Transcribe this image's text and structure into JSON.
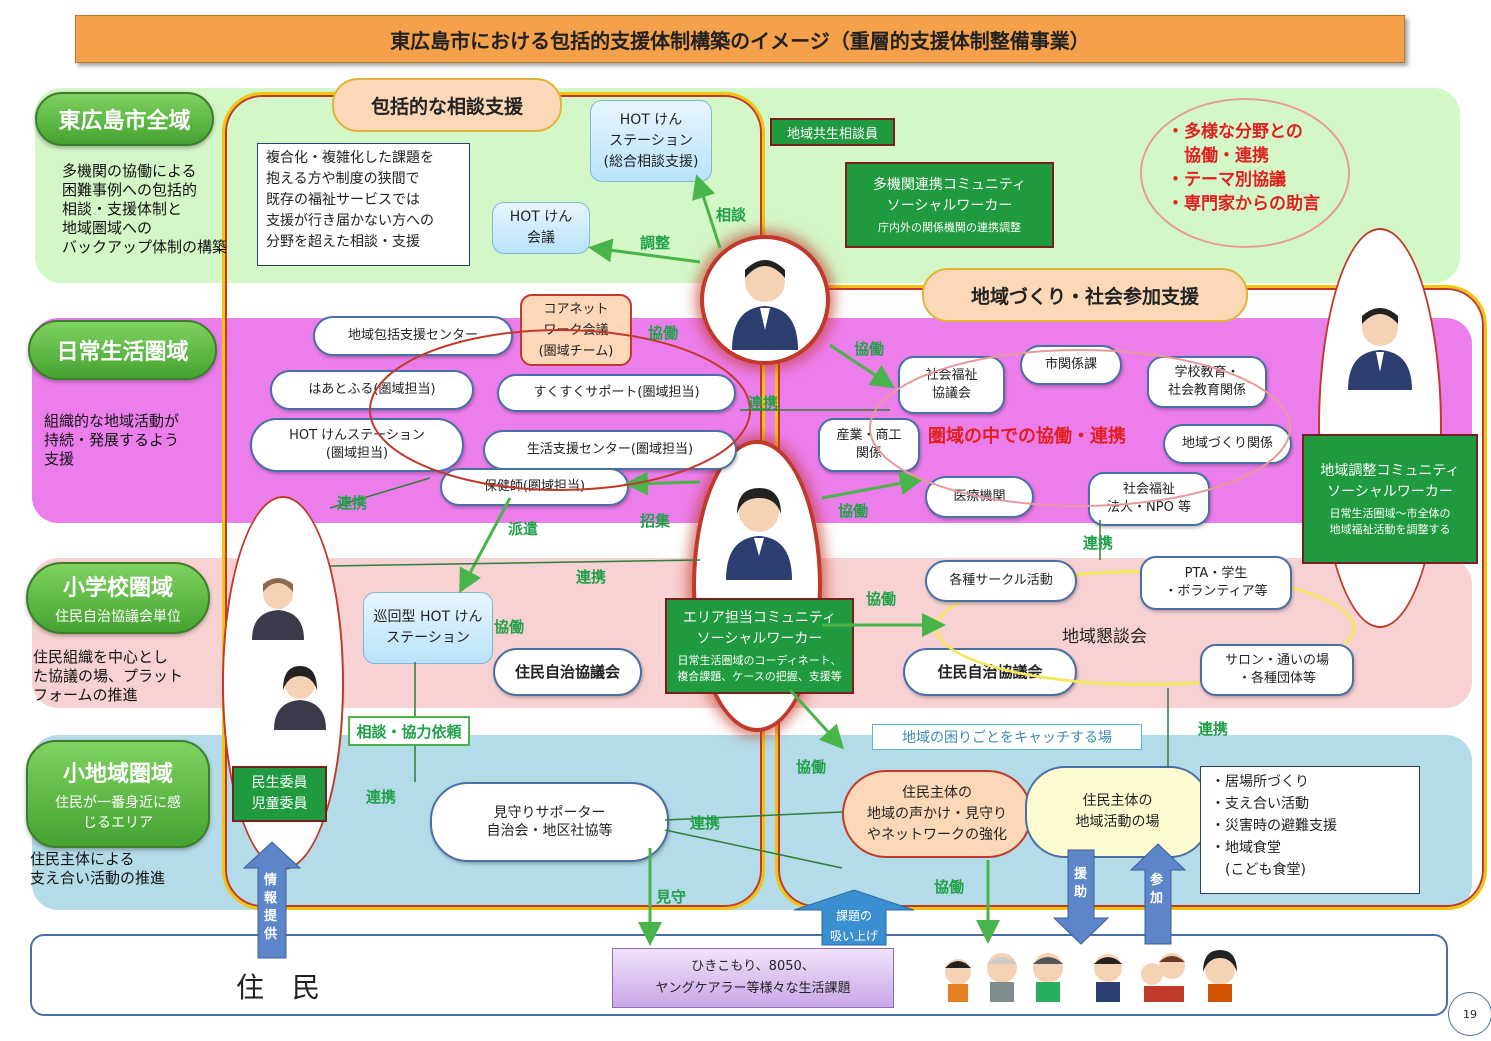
{
  "title": "東広島市における包括的支援体制構築のイメージ（重層的支援体制整備事業）",
  "zones": {
    "z1": {
      "label": "東広島市全域",
      "desc": "多機関の協働による\n困難事例への包括的\n相談・支援体制と\n地域圏域への\nバックアップ体制の構築"
    },
    "z2": {
      "label": "日常生活圏域",
      "desc": "組織的な地域活動が\n持続・発展するよう\n支援"
    },
    "z3": {
      "label": "小学校圏域",
      "sub": "住民自治協議会単位",
      "desc": "住民組織を中心とし\nた協議の場、プラット\nフォームの推進"
    },
    "z4": {
      "label": "小地域圏域",
      "sub": "住民が一番身近に感\nじるエリア",
      "desc": "住民主体による\n支え合い活動の推進"
    }
  },
  "pills": {
    "consult": "包括的な相談支援",
    "community": "地域づくり・社会参加支援"
  },
  "top": {
    "multi_issue": "複合化・複雑化した課題を\n抱える方や制度の狭間で\n既存の福祉サービスでは\n支援が行き届かない方への\n分野を超えた相談・支援",
    "hot_station": "HOT けん\nステーション\n(総合相談支援)",
    "hot_meeting": "HOT けん\n会議",
    "chiiki_kyosei": "地域共生相談員",
    "multi_csw": "多機関連携コミュニティ\nソーシャルワーカー",
    "multi_csw_sub": "庁内外の関係機関の連携調整",
    "red_circle": "・多様な分野との\n　協働・連携\n・テーマ別協議\n・専門家からの助言"
  },
  "daily": {
    "core_net": "コアネット\nワーク会議\n(圏域チーム)",
    "houkatsu": "地域包括支援センター",
    "heart": "はあとふる(圏域担当)",
    "sukusuku": "すくすくサポート(圏域担当)",
    "hot_area": "HOT けんステーション\n(圏域担当)",
    "seikatsu": "生活支援センター(圏域担当)",
    "hokenshi": "保健師(圏域担当)",
    "shakyo": "社会福祉\n協議会",
    "shikankei": "市関係課",
    "gakko": "学校教育・\n社会教育関係",
    "sangyo": "産業・商工\n関係",
    "kennai": "圏域の中での協働・連携",
    "chiikizukuri": "地域づくり関係",
    "iryo": "医療機関",
    "npo": "社会福祉\n法人・NPO 等"
  },
  "school": {
    "junkai": "巡回型 HOT けん\nステーション",
    "jichi1": "住民自治協議会",
    "area_csw": "エリア担当コミュニティ\nソーシャルワーカー",
    "area_csw_sub": "日常生活圏域のコーディネート、\n複合課題、ケースの把握、支援等",
    "jichi2": "住民自治協議会",
    "circle": "各種サークル活動",
    "pta": "PTA・学生\n・ボランティア等",
    "kondankai": "地域懇談会",
    "salon": "サロン・通いの場\n・各種団体等"
  },
  "small": {
    "minsei": "民生委員\n児童委員",
    "mimamori": "見守りサポーター\n自治会・地区社協等",
    "catch": "地域の困りごとをキャッチする場",
    "koe": "住民主体の\n地域の声かけ・見守り\nやネットワークの強化",
    "katsudo": "住民主体の\n地域活動の場",
    "list": "・居場所づくり\n・支え合い活動\n・災害時の避難支援\n・地域食堂\n　(こども食堂)"
  },
  "right": {
    "chosei_csw": "地域調整コミュニティ\nソーシャルワーカー",
    "chosei_sub": "日常生活圏域～市全体の\n地域福祉活動を調整する"
  },
  "residents": {
    "label": "住　民",
    "issues": "ひきこもり、8050、\nヤングケアラー等様々な生活課題",
    "kadai": "課題の\n吸い上げ"
  },
  "labels": {
    "soudan": "相談",
    "chousei": "調整",
    "kyodo1": "協働",
    "kyodo2": "協働",
    "renkei1": "連携",
    "renkei2": "連携",
    "haken": "派遣",
    "shoshu": "招集",
    "kyodo3": "協働",
    "renkei3": "連携",
    "renkei4": "連携",
    "kyodo4": "協働",
    "kyodo5": "協働",
    "soudan_irai": "相談・協力依頼",
    "renkei5": "連携",
    "renkei6": "連携",
    "renkei7": "連携",
    "kyodo6": "協働",
    "kyodo7": "協働",
    "mimamori": "見守",
    "joho": "情\n報\n提\n供",
    "enjo": "援\n助",
    "sanka": "参\n加"
  },
  "page_number": "19",
  "colors": {
    "green_band": "#d9f7cf",
    "pink_band": "#ee82ee",
    "rose_band": "#f8d0d2",
    "blue_band": "#b7dbe8",
    "orange_header": "#f5a04a",
    "arrow_green": "#49b449"
  }
}
